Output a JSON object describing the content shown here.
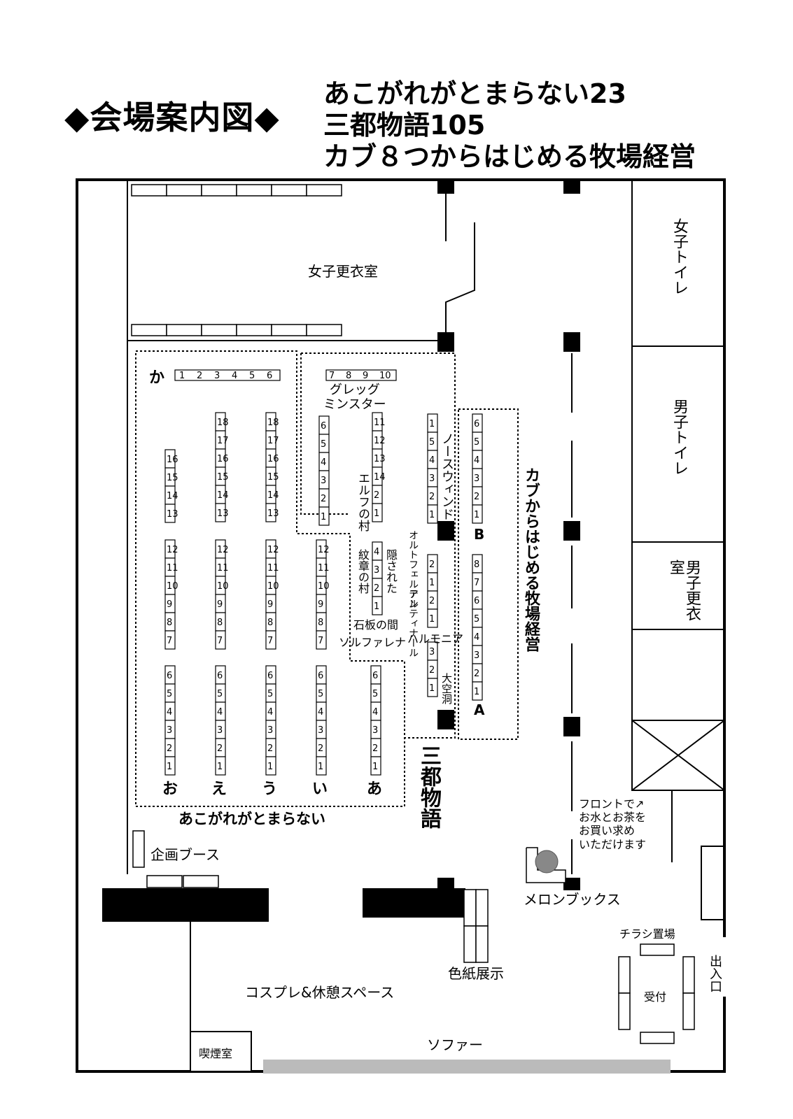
{
  "header": {
    "title": "◆会場案内図◆",
    "events": [
      "あこがれがとまらない23",
      "三都物語105",
      "カブ８つからはじめる牧場経営"
    ]
  },
  "rooms": {
    "womens_changing": "女子更衣室",
    "womens_toilet": "女子トイレ",
    "mens_toilet": "男子トイレ",
    "mens_changing": "男子更衣室",
    "smoking": "喫煙室"
  },
  "areas": {
    "akogare": "あこがれがとまらない",
    "santo": "三都物語",
    "kabu": "カブからはじめる牧場経営",
    "kikaku": "企画ブース",
    "cosplay": "コスプレ&休憩スペース",
    "sofa": "ソファー",
    "shikishi": "色紙展示",
    "melonbooks": "メロンブックス",
    "flyers": "チラシ置場",
    "reception": "受付",
    "exit": "出入口",
    "front_note": "フロントで↗\nお水とお茶を\nお買い求め\nいただけます"
  },
  "row_labels": {
    "ka": "か",
    "o": "お",
    "e": "え",
    "u": "う",
    "i": "い",
    "a": "あ",
    "A": "A",
    "B": "B"
  },
  "zones": {
    "gregg": "グレッグ\nミンスター",
    "north_window": "ノースウィンドウ",
    "elf": "エルフの村",
    "hidden": "隠された",
    "crest": "紋章の村",
    "oltfelten": "オルトフェルテン",
    "altina": "アルティナール",
    "stone": "石板の間",
    "solfarena": "ソルファレナ",
    "harmonia": "ハルモニア",
    "cavern": "大空洞"
  },
  "table_numbers": {
    "ka_row": [
      "1",
      "2",
      "3",
      "4",
      "5",
      "6"
    ],
    "gregg_row": [
      "7",
      "8",
      "9",
      "10"
    ]
  }
}
